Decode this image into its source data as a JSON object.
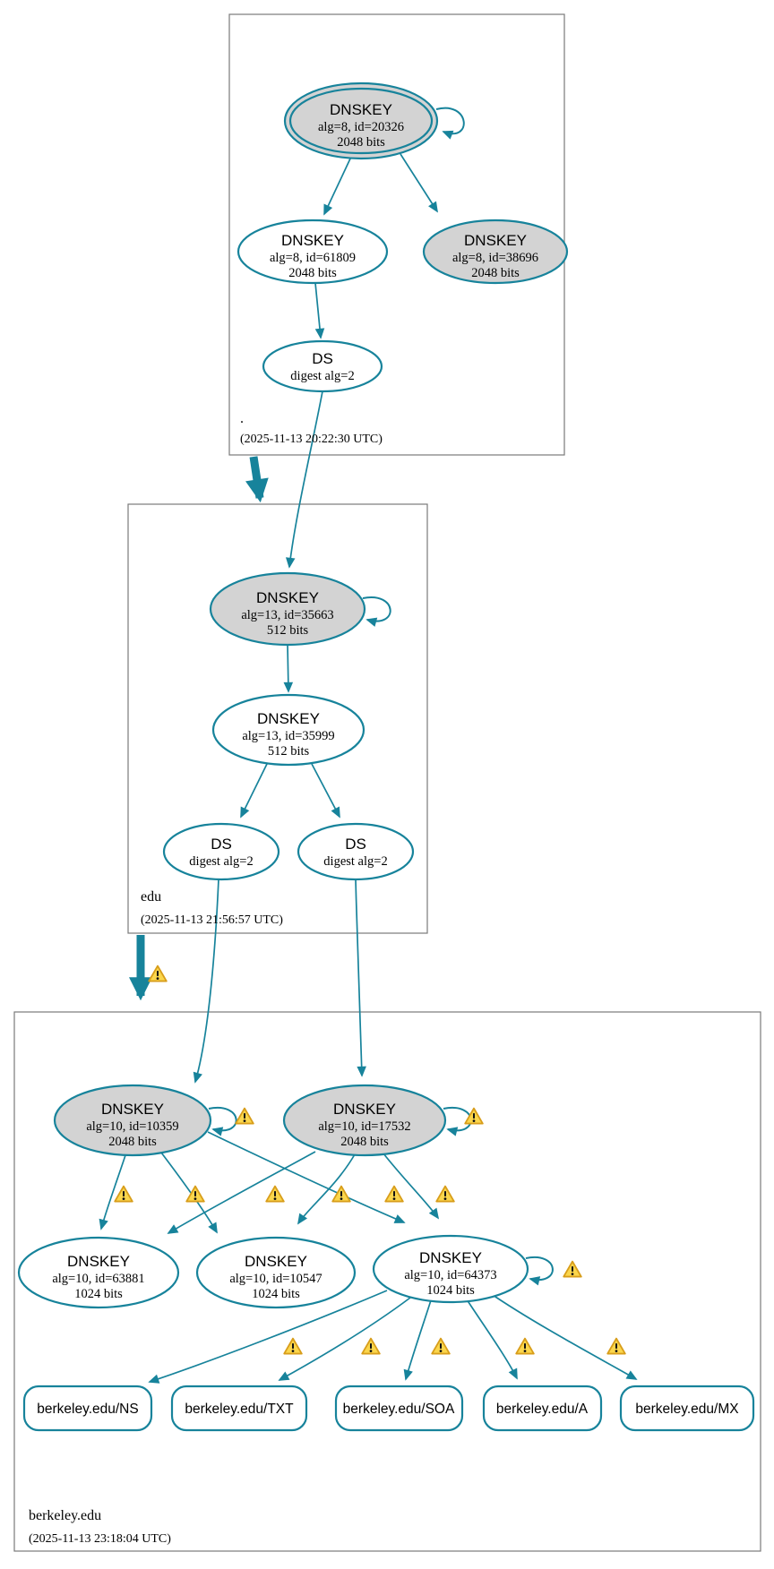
{
  "colors": {
    "edge_teal": "#17839b",
    "node_gray_fill": "#d3d3d3",
    "node_white_fill": "#ffffff",
    "zone_box_border": "#7a7a7a",
    "warning_fill": "#fbd64c",
    "warning_border": "#d89e1b",
    "text": "#000000"
  },
  "icons": {
    "warning": "⚠"
  },
  "zones": {
    "root": {
      "label": ".",
      "timestamp": "(2025-11-13 20:22:30 UTC)"
    },
    "edu": {
      "label": "edu",
      "timestamp": "(2025-11-13 21:56:57 UTC)"
    },
    "berkeley": {
      "label": "berkeley.edu",
      "timestamp": "(2025-11-13 23:18:04 UTC)"
    }
  },
  "nodes": {
    "root_ksk_20326": {
      "title": "DNSKEY",
      "detail": "alg=8, id=20326",
      "bits": "2048 bits"
    },
    "root_zsk_61809": {
      "title": "DNSKEY",
      "detail": "alg=8, id=61809",
      "bits": "2048 bits"
    },
    "root_key_38696": {
      "title": "DNSKEY",
      "detail": "alg=8, id=38696",
      "bits": "2048 bits"
    },
    "root_ds": {
      "title": "DS",
      "detail": "digest alg=2"
    },
    "edu_ksk_35663": {
      "title": "DNSKEY",
      "detail": "alg=13, id=35663",
      "bits": "512 bits"
    },
    "edu_zsk_35999": {
      "title": "DNSKEY",
      "detail": "alg=13, id=35999",
      "bits": "512 bits"
    },
    "edu_ds_left": {
      "title": "DS",
      "detail": "digest alg=2"
    },
    "edu_ds_right": {
      "title": "DS",
      "detail": "digest alg=2"
    },
    "bk_ksk_10359": {
      "title": "DNSKEY",
      "detail": "alg=10, id=10359",
      "bits": "2048 bits"
    },
    "bk_ksk_17532": {
      "title": "DNSKEY",
      "detail": "alg=10, id=17532",
      "bits": "2048 bits"
    },
    "bk_zsk_63881": {
      "title": "DNSKEY",
      "detail": "alg=10, id=63881",
      "bits": "1024 bits"
    },
    "bk_zsk_10547": {
      "title": "DNSKEY",
      "detail": "alg=10, id=10547",
      "bits": "1024 bits"
    },
    "bk_zsk_64373": {
      "title": "DNSKEY",
      "detail": "alg=10, id=64373",
      "bits": "1024 bits"
    }
  },
  "rrsets": [
    {
      "label": "berkeley.edu/NS"
    },
    {
      "label": "berkeley.edu/TXT"
    },
    {
      "label": "berkeley.edu/SOA"
    },
    {
      "label": "berkeley.edu/A"
    },
    {
      "label": "berkeley.edu/MX"
    }
  ]
}
